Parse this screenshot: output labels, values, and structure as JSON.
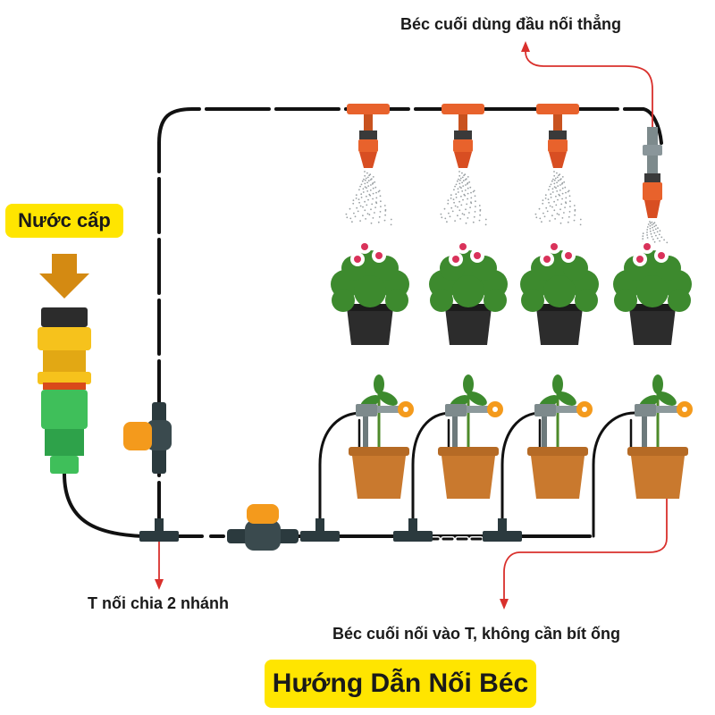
{
  "labels": {
    "source": "Nước cấp",
    "tee_splitter": "T nối chia 2 nhánh",
    "end_nozzle_straight": "Béc cuối dùng đầu nối thẳng",
    "end_nozzle_tee": "Béc cuối nối vào T, không cần bít ống",
    "title": "Hướng Dẫn Nối Béc"
  },
  "colors": {
    "pipe": "#111111",
    "arrow_red": "#d9302c",
    "tag_yellow": "#ffe500",
    "nozzle_orange": "#e8622c",
    "valve_orange": "#f49a1c",
    "tap_yellow": "#f6c21c",
    "tap_green": "#3fbf5a",
    "pot_terracotta": "#c9792e",
    "pot_black": "#2c2c2c",
    "leaf_green": "#3d8a2e",
    "flower_pink": "#d9325a",
    "arrow_gold": "#d48a12",
    "stake_grey": "#7d8a8c"
  },
  "icons": {
    "source_arrow": "down-arrow-icon",
    "mist_nozzle": "mist-nozzle-icon",
    "drip_stake": "drip-stake-icon",
    "valve": "valve-icon",
    "tee_connector": "tee-connector-icon"
  }
}
